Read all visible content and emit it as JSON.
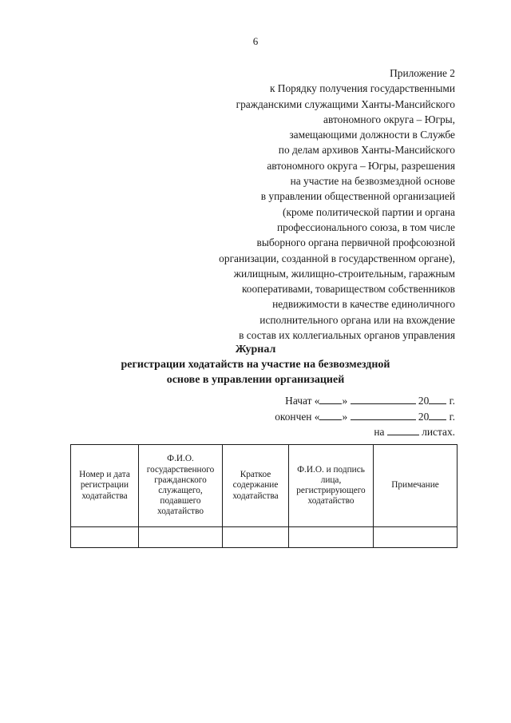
{
  "page_number": "6",
  "appendix": {
    "lines": [
      "Приложение 2",
      "к Порядку получения государственными",
      "гражданскими служащими Ханты-Мансийского",
      "автономного округа – Югры,",
      "замещающими должности в Службе",
      "по делам архивов Ханты-Мансийского",
      "автономного округа – Югры, разрешения",
      "на участие на безвозмездной основе",
      "в управлении общественной организацией",
      "(кроме политической партии и органа",
      "профессионального союза, в том числе",
      "выборного органа первичной профсоюзной",
      "организации, созданной в государственном органе),",
      "жилищным, жилищно-строительным, гаражным",
      "кооперативами, товариществом собственников",
      "недвижимости в качестве единоличного",
      "исполнительного органа или на вхождение",
      "в состав их коллегиальных органов управления"
    ]
  },
  "journal": {
    "title_lines": [
      "Журнал",
      "регистрации ходатайств на участие на безвозмездной",
      "основе в управлении организацией"
    ],
    "started": {
      "label": "Начат «",
      "mid": "»",
      "year_prefix": "20",
      "suffix": "г."
    },
    "finished": {
      "label": "окончен «",
      "mid": "»",
      "year_prefix": "20",
      "suffix": "г."
    },
    "sheets": {
      "label": "на",
      "suffix": "листах."
    }
  },
  "table": {
    "columns": [
      "Номер и дата регистрации ходатайства",
      "Ф.И.О. государственного гражданского служащего, подавшего ходатайство",
      "Краткое содержание ходатайства",
      "Ф.И.О. и подпись лица, регистрирующего ходатайство",
      "Примечание"
    ],
    "rows": [
      [
        "",
        "",
        "",
        "",
        ""
      ]
    ]
  }
}
